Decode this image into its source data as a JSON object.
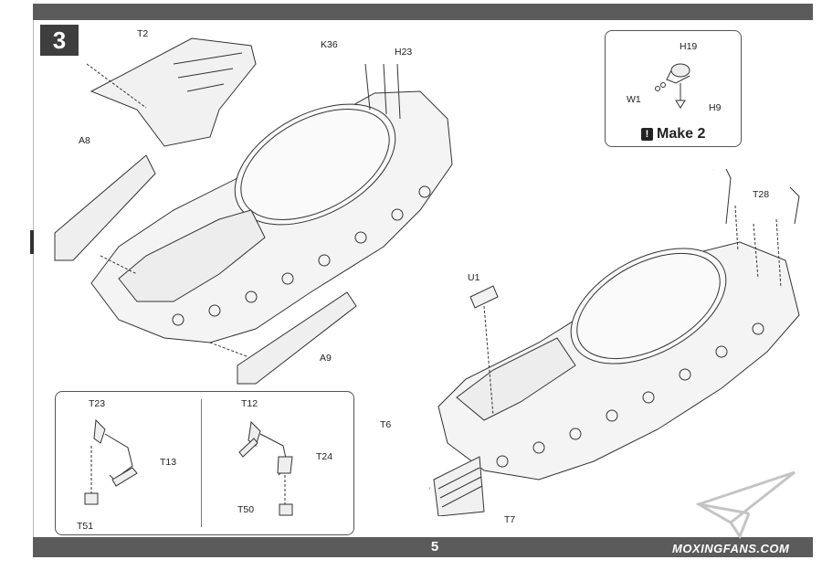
{
  "step": {
    "number": "3"
  },
  "page": {
    "number": "5"
  },
  "watermark": {
    "text": "MOXINGFANS.COM",
    "icon": "paper-plane-icon"
  },
  "inset_make": {
    "label": "Make 2",
    "icon": "warning-icon",
    "parts": [
      "H19",
      "W1",
      "H9"
    ]
  },
  "labels": {
    "t2": "T2",
    "a8": "A8",
    "a9": "A9",
    "k36": "K36",
    "h23": "H23",
    "t28": "T28",
    "u1": "U1",
    "t6": "T6",
    "t7": "T7",
    "h19": "H19",
    "w1": "W1",
    "h9": "H9"
  },
  "sub_left": {
    "t23": "T23",
    "t13": "T13",
    "t51": "T51"
  },
  "sub_right": {
    "t12": "T12",
    "t24": "T24",
    "t50": "T50"
  },
  "colors": {
    "bars": "#5b5b5b",
    "step_box": "#3e3e3e",
    "line_art": "#333333"
  }
}
